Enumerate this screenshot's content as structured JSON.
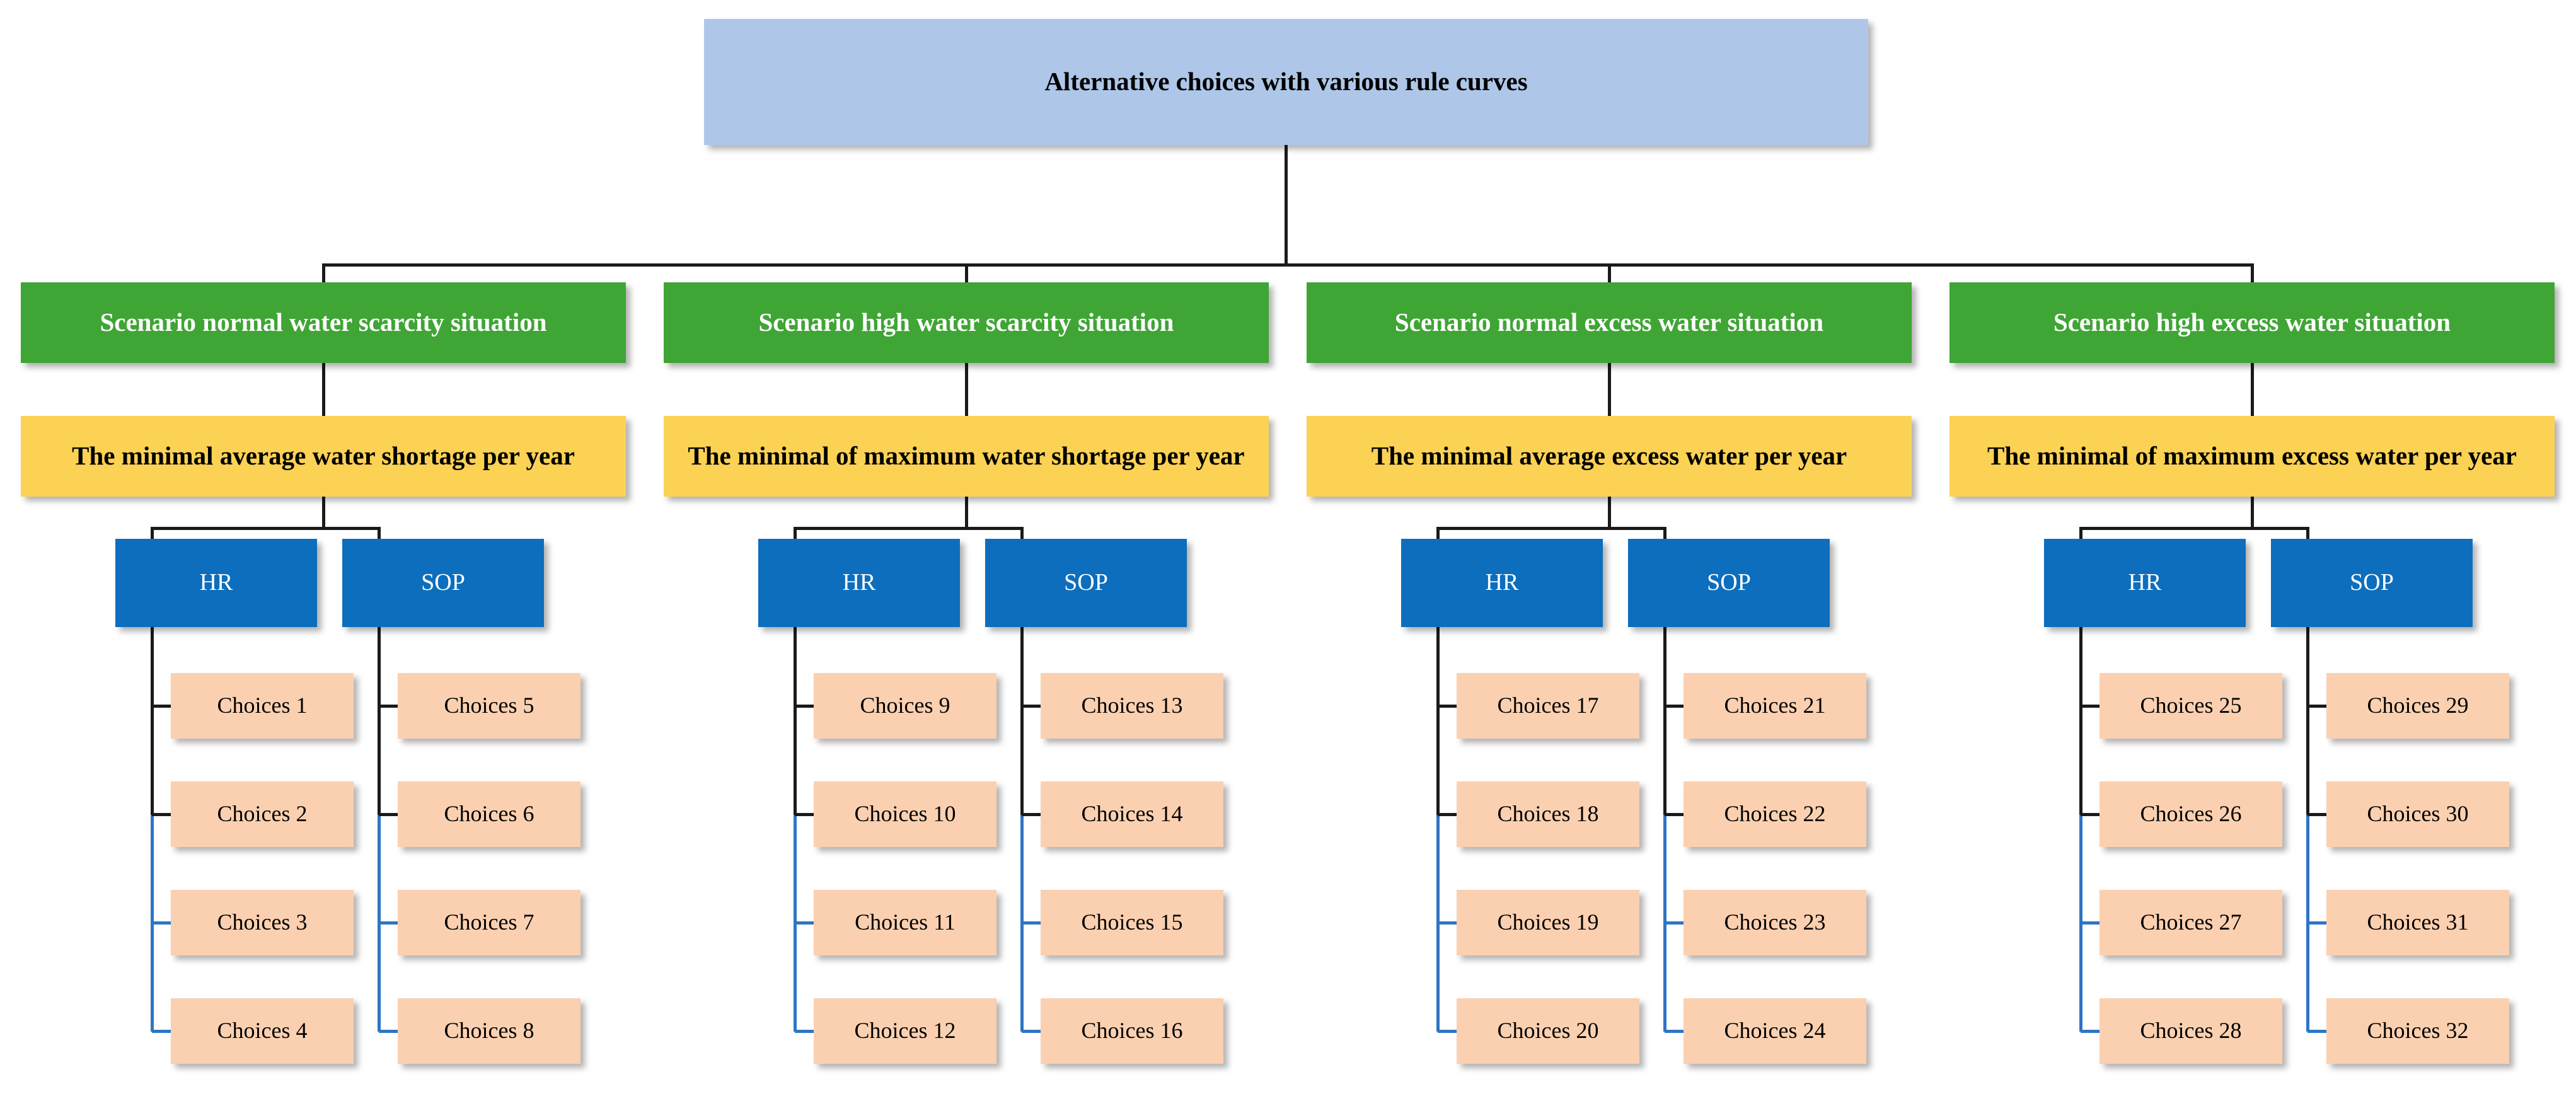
{
  "diagram": {
    "root": {
      "label": "Alternative choices with various rule curves"
    },
    "branches": [
      {
        "scenario": "Scenario normal water scarcity situation",
        "criterion": "The minimal average water shortage per year",
        "methods": [
          {
            "label": "HR",
            "choices": [
              "Choices 1",
              "Choices 2",
              "Choices 3",
              "Choices 4"
            ]
          },
          {
            "label": "SOP",
            "choices": [
              "Choices 5",
              "Choices 6",
              "Choices 7",
              "Choices 8"
            ]
          }
        ]
      },
      {
        "scenario": "Scenario high water scarcity situation",
        "criterion": "The minimal of maximum water shortage per year",
        "methods": [
          {
            "label": "HR",
            "choices": [
              "Choices 9",
              "Choices 10",
              "Choices 11",
              "Choices 12"
            ]
          },
          {
            "label": "SOP",
            "choices": [
              "Choices 13",
              "Choices 14",
              "Choices 15",
              "Choices 16"
            ]
          }
        ]
      },
      {
        "scenario": "Scenario normal excess water situation",
        "criterion": "The minimal average excess water per year",
        "methods": [
          {
            "label": "HR",
            "choices": [
              "Choices 17",
              "Choices 18",
              "Choices 19",
              "Choices 20"
            ]
          },
          {
            "label": "SOP",
            "choices": [
              "Choices 21",
              "Choices 22",
              "Choices 23",
              "Choices 24"
            ]
          }
        ]
      },
      {
        "scenario": "Scenario high excess water situation",
        "criterion": "The minimal of maximum excess water per year",
        "methods": [
          {
            "label": "HR",
            "choices": [
              "Choices 25",
              "Choices 26",
              "Choices 27",
              "Choices 28"
            ]
          },
          {
            "label": "SOP",
            "choices": [
              "Choices 29",
              "Choices 30",
              "Choices 31",
              "Choices 32"
            ]
          }
        ]
      }
    ],
    "colors": {
      "root_fill": "#aec7e8",
      "scenario_fill": "#3fa535",
      "criterion_fill": "#fcd254",
      "method_fill": "#0c6ebd",
      "choice_fill": "#fbd0b0",
      "connector_dark": "#1a1a1a",
      "connector_blue": "#2e75c4"
    }
  }
}
